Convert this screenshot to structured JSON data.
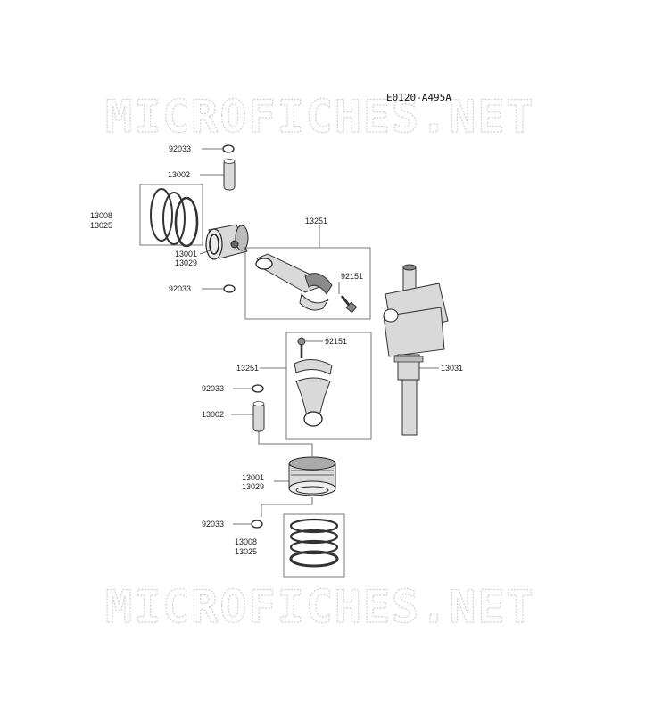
{
  "diagram_code": "E0120-A495A",
  "watermark": "MICROFICHES.NET",
  "upper_piston_group": {
    "clip_top": "92033",
    "pin": "13002",
    "ring_set": [
      "13008",
      "13025"
    ],
    "piston": [
      "13001",
      "13029"
    ],
    "clip_bottom": "92033"
  },
  "upper_rod_group": {
    "rod": "13251",
    "bolt": "92151"
  },
  "crankshaft": "13031",
  "lower_rod_group": {
    "bolt": "92151",
    "rod": "13251"
  },
  "lower_piston_group": {
    "clip_top": "92033",
    "pin": "13002",
    "piston": [
      "13001",
      "13029"
    ],
    "clip_bottom": "92033",
    "ring_set": [
      "13008",
      "13025"
    ]
  }
}
